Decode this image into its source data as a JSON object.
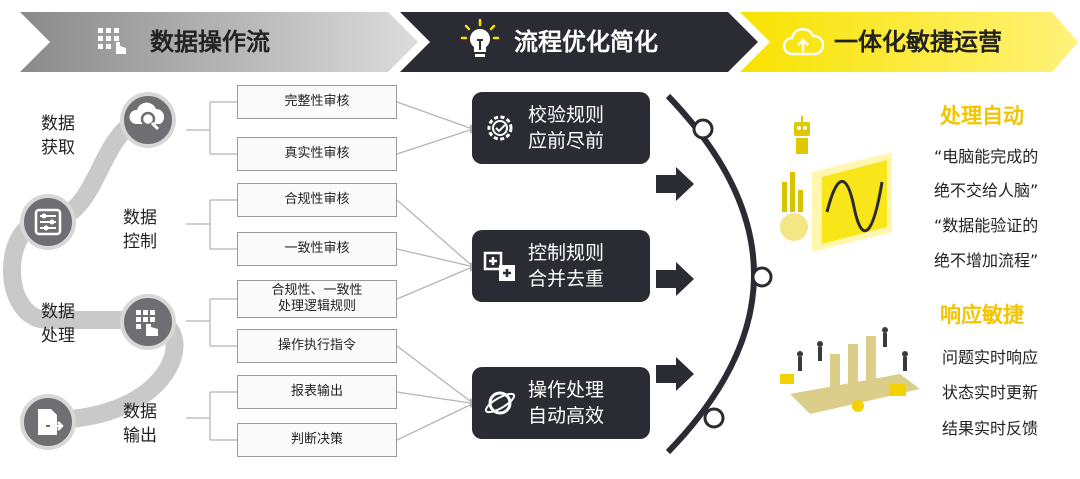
{
  "header": {
    "step1": "数据操作流",
    "step2": "流程优化简化",
    "step3": "一体化敏捷运营"
  },
  "sources": [
    {
      "label_line1": "数据",
      "label_line2": "获取",
      "icon": "cloud-search-icon"
    },
    {
      "label_line1": "数据",
      "label_line2": "控制",
      "icon": "sliders-icon"
    },
    {
      "label_line1": "数据",
      "label_line2": "处理",
      "icon": "grid-hand-icon"
    },
    {
      "label_line1": "数据",
      "label_line2": "输出",
      "icon": "file-export-icon"
    }
  ],
  "checks": [
    {
      "label": "完整性审核"
    },
    {
      "label": "真实性审核"
    },
    {
      "label": "合规性审核"
    },
    {
      "label": "一致性审核"
    },
    {
      "label_line1": "合规性、一致性",
      "label_line2": "处理逻辑规则"
    },
    {
      "label": "操作执行指令"
    },
    {
      "label": "报表输出"
    },
    {
      "label": "判断决策"
    }
  ],
  "rules": [
    {
      "line1": "校验规则",
      "line2": "应前尽前",
      "icon": "gear-check-icon"
    },
    {
      "line1": "控制规则",
      "line2": "合并去重",
      "icon": "merge-plus-icon"
    },
    {
      "line1": "操作处理",
      "line2": "自动高效",
      "icon": "planet-icon"
    }
  ],
  "right": {
    "auto_title": "处理自动",
    "auto_lines": [
      "“电脑能完成的",
      "绝不交给人脑”",
      "“数据能验证的",
      "绝不增加流程”"
    ],
    "agile_title": "响应敏捷",
    "agile_lines": [
      "问题实时响应",
      "状态实时更新",
      "结果实时反馈"
    ]
  },
  "colors": {
    "header_gray": "#a8a8a8",
    "header_dark": "#2b2b33",
    "header_yellow": "#f7e200",
    "accent_yellow": "#f2c500"
  }
}
